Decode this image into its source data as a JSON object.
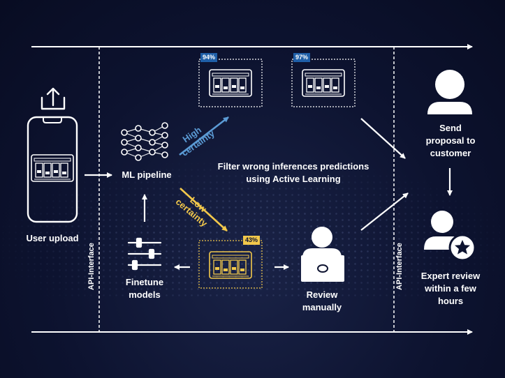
{
  "labels": {
    "user_upload": "User upload",
    "ml_pipeline": "ML pipeline",
    "finetune": "Finetune models",
    "filter": "Filter wrong inferences predictions using Active Learning",
    "review": "Review manually",
    "send_proposal": "Send proposal to customer",
    "expert_review": "Expert review within a few hours",
    "api_left": "API-Interface",
    "api_right": "API-Interface"
  },
  "high_certainty": {
    "line1": "High",
    "line2": "certainty"
  },
  "low_certainty": {
    "line1": "Low",
    "line2": "certainty"
  },
  "badges": {
    "b1": "94%",
    "b2": "97%",
    "b3": "43%"
  },
  "colors": {
    "background": "#0d1330",
    "high": "#5b9bd5",
    "low": "#f2c84b",
    "badge_blue": "#1f5fa8",
    "badge_yellow": "#f2c84b",
    "line": "#ffffff"
  },
  "icons": [
    "upload-icon",
    "smartphone-icon",
    "neural-network-icon",
    "sliders-icon",
    "person-icon",
    "laptop-icon",
    "expert-star-icon"
  ]
}
